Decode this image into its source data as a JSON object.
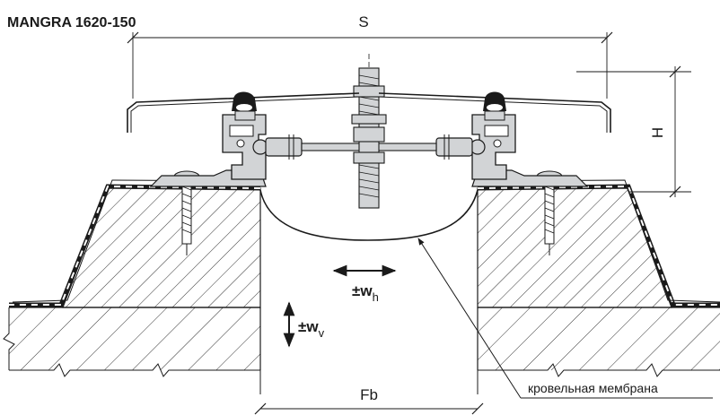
{
  "title": "MANGRA 1620-150",
  "dimensions": {
    "width_label": "S",
    "height_label": "H",
    "gap_label": "Fb"
  },
  "movements": {
    "horizontal": {
      "sign": "±",
      "symbol": "w",
      "subscript": "h"
    },
    "vertical": {
      "sign": "±",
      "symbol": "w",
      "subscript": "v"
    }
  },
  "annotation": "кровельная мембрана",
  "colors": {
    "line": "#1a1a1a",
    "metal": "#d2d4d6",
    "membrane": "#1a1a1a",
    "background": "#ffffff"
  }
}
